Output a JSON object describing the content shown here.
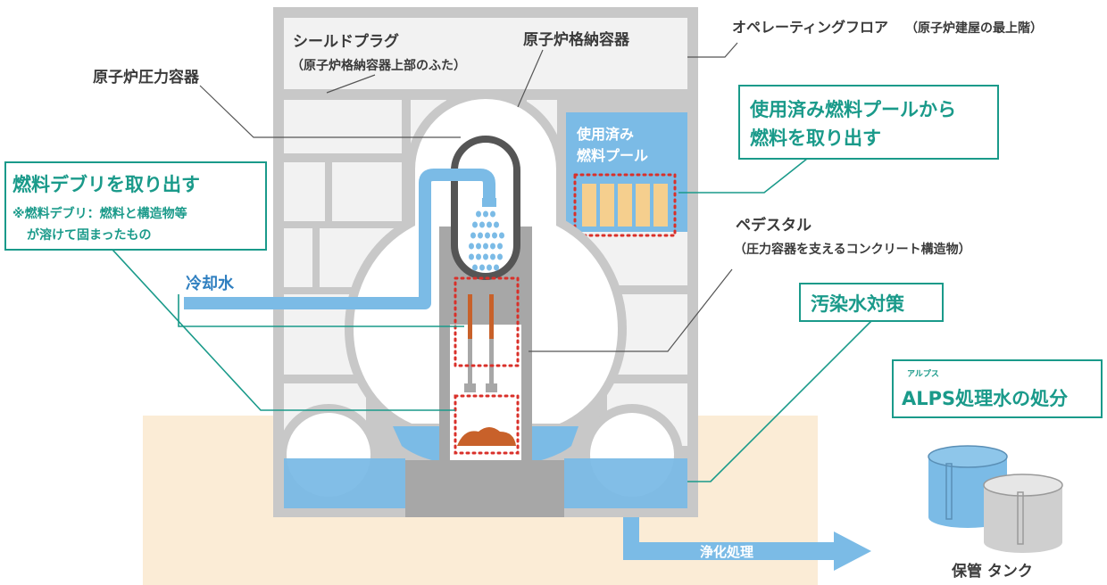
{
  "labels": {
    "operating_floor": "オペレーティングフロア",
    "operating_floor_note": "（原子炉建屋の最上階）",
    "shield_plug": "シールドプラグ",
    "shield_plug_note": "（原子炉格納容器上部のふた）",
    "containment_vessel": "原子炉格納容器",
    "pressure_vessel": "原子炉圧力容器",
    "spent_pool_line1": "使用済み",
    "spent_pool_line2": "燃料プール",
    "pedestal": "ペデスタル",
    "pedestal_note": "（圧力容器を支えるコンクリート構造物）",
    "cooling_water": "冷却水",
    "purification": "浄化処理",
    "storage_tank": "保管 タンク"
  },
  "callouts": {
    "spent_fuel": {
      "line1": "使用済み燃料プールから",
      "line2": "燃料を取り出す"
    },
    "fuel_debris": {
      "title": "燃料デブリを取り出す",
      "note_line1": "※燃料デブリ：燃料と構造物等",
      "note_line2": "が溶けて固まったもの"
    },
    "contaminated_water": {
      "title": "汚染水対策"
    },
    "alps": {
      "ruby": "アルプス",
      "title": "ALPS処理水の処分"
    }
  },
  "colors": {
    "building_gray": "#c8c8c8",
    "building_fill": "#f2f2f2",
    "water_blue": "#7bbbe6",
    "teal_accent": "#1a9a8a",
    "ground_beige": "#fbecd6",
    "fuel_orange": "#f5cf8e",
    "debris_brown": "#c8612a",
    "dotted_red": "#d9302a"
  }
}
